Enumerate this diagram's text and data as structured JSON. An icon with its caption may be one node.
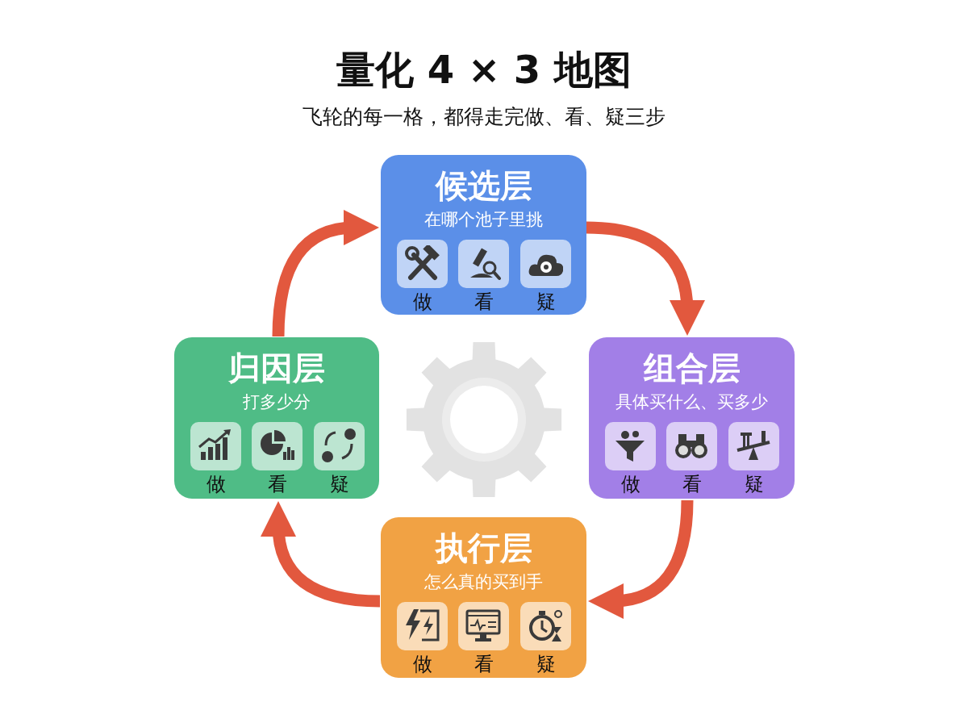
{
  "diagram": {
    "title": "量化 4 × 3 地图",
    "caption": "飞轮的每一格，都得走完做、看、疑三步",
    "nodes": [
      {
        "text": [
          "候选层",
          "在哪个池子里挑"
        ]
      },
      {
        "text": [
          "做"
        ],
        "in": 0
      },
      {
        "text": [
          "看"
        ],
        "in": 0
      },
      {
        "text": [
          "疑"
        ],
        "in": 0
      },
      {
        "text": [
          "归因层",
          "打多少分"
        ]
      },
      {
        "text": [
          "做"
        ],
        "in": 4
      },
      {
        "text": [
          "看"
        ],
        "in": 4
      },
      {
        "text": [
          "疑"
        ],
        "in": 4
      },
      {
        "text": [
          "组合层",
          "具体买什么、买多少"
        ]
      },
      {
        "text": [
          "做"
        ],
        "in": 8
      },
      {
        "text": [
          "看"
        ],
        "in": 8
      },
      {
        "text": [
          "疑"
        ],
        "in": 8
      },
      {
        "text": [
          "执行层",
          "怎么真的买到手"
        ]
      },
      {
        "text": [
          "做"
        ],
        "in": 12
      },
      {
        "text": [
          "看"
        ],
        "in": 12
      },
      {
        "text": [
          "疑"
        ],
        "in": 12
      }
    ],
    "edges": [
      {
        "from": 0,
        "to": 8,
        "arrow": "to"
      },
      {
        "from": 8,
        "to": 12,
        "arrow": "to"
      },
      {
        "from": 12,
        "to": 4,
        "arrow": "to"
      },
      {
        "from": 4,
        "to": 0,
        "arrow": "to"
      }
    ]
  }
}
